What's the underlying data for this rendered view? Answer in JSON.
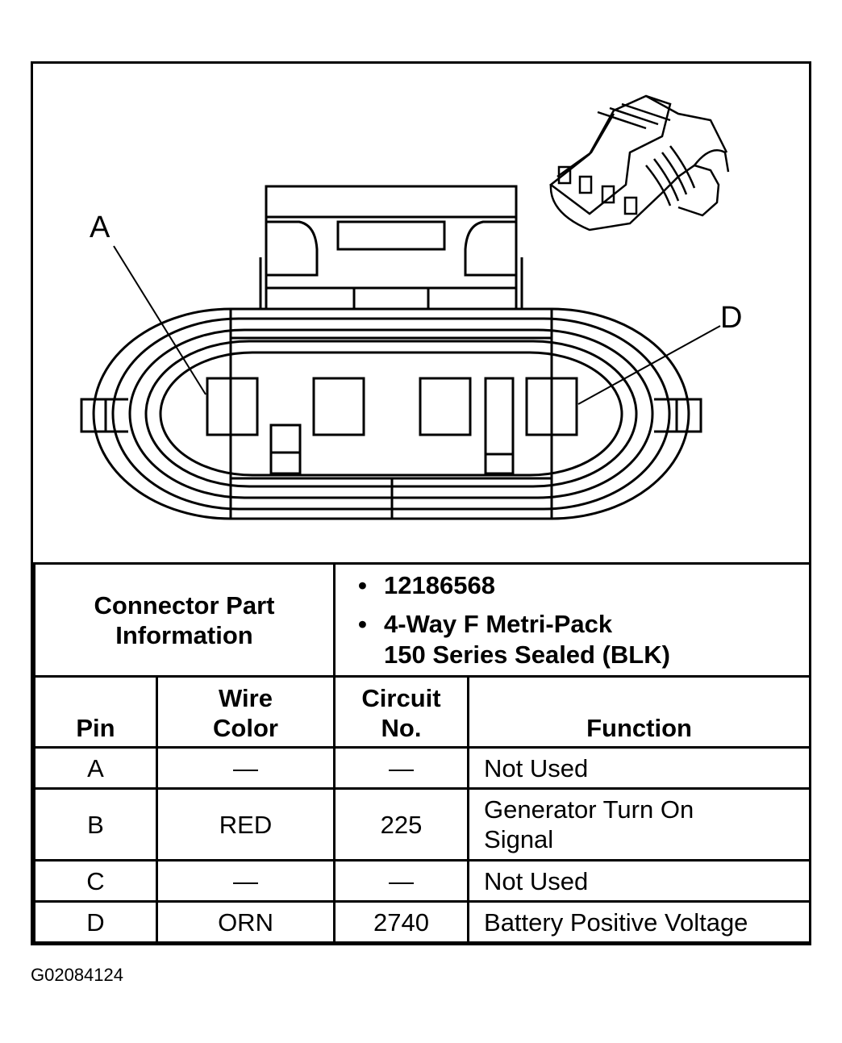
{
  "diagram": {
    "pin_labels": [
      "A",
      "D"
    ]
  },
  "connector_info": {
    "label": "Connector Part Information",
    "items": [
      "12186568",
      "4-Way F Metri-Pack",
      "150 Series Sealed (BLK)"
    ]
  },
  "table": {
    "headers": {
      "pin": "Pin",
      "wire_color_1": "Wire",
      "wire_color_2": "Color",
      "circuit_1": "Circuit",
      "circuit_2": "No.",
      "function": "Function"
    },
    "rows": [
      {
        "pin": "A",
        "wire": "—",
        "circuit": "—",
        "function": "Not Used"
      },
      {
        "pin": "B",
        "wire": "RED",
        "circuit": "225",
        "function": "Generator Turn On Signal"
      },
      {
        "pin": "C",
        "wire": "—",
        "circuit": "—",
        "function": "Not Used"
      },
      {
        "pin": "D",
        "wire": "ORN",
        "circuit": "2740",
        "function": "Battery Positive Voltage"
      }
    ]
  },
  "figure_id": "G02084124"
}
